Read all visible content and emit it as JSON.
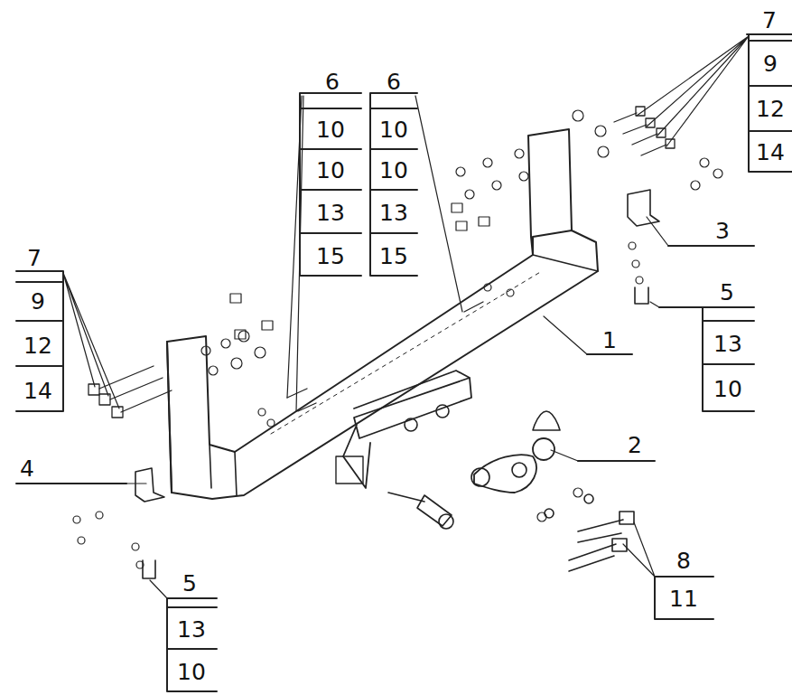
{
  "diagram": {
    "labels": [
      "6",
      "10",
      "10",
      "13",
      "15",
      "6",
      "10",
      "10",
      "13",
      "15",
      "7",
      "9",
      "12",
      "14",
      "3",
      "7",
      "9",
      "12",
      "14",
      "5",
      "13",
      "10",
      "1",
      "4",
      "2",
      "8",
      "11",
      "5",
      "13",
      "10"
    ]
  }
}
